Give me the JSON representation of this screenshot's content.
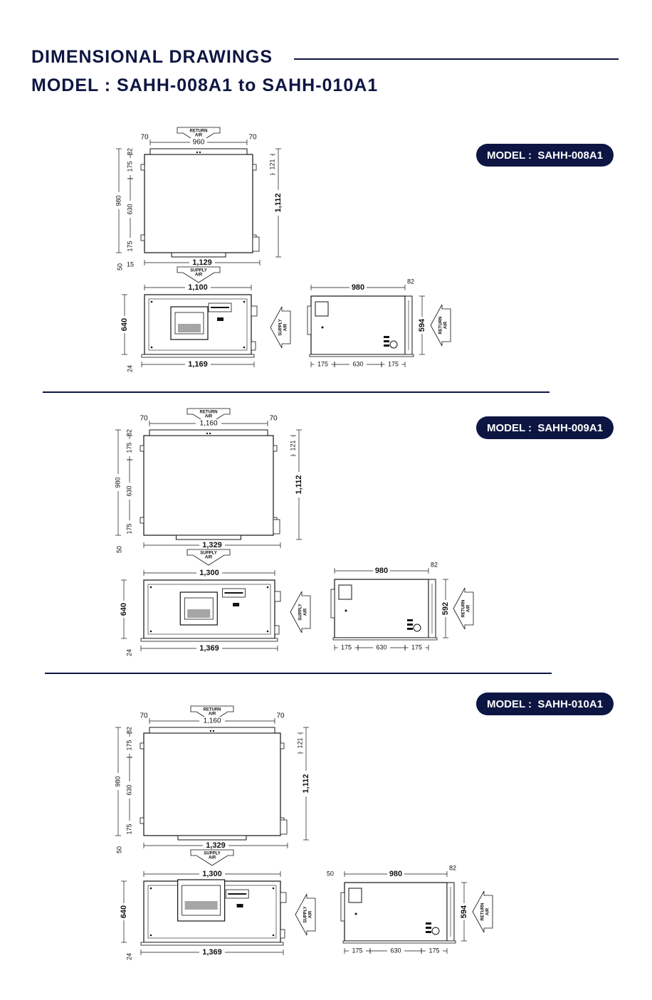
{
  "header": {
    "title_line1": "DIMENSIONAL DRAWINGS",
    "title_line2": "MODEL :  SAHH-008A1 to SAHH-010A1"
  },
  "models": [
    {
      "badge": "MODEL :  SAHH-008A1",
      "top": {
        "return_air": [
          "RETURN",
          "AIR"
        ],
        "left_gap": "70",
        "right_gap": "70",
        "top_width": "960",
        "dim_82": "82",
        "dim_175a": "175",
        "dim_980": "980",
        "dim_630": "630",
        "dim_175b": "175",
        "dim_50": "50",
        "dim_15": "15",
        "dim_121": "121",
        "dim_1112": "1,112",
        "bottom_width": "1,129",
        "supply_air": [
          "SUPPLY",
          "AIR"
        ]
      },
      "front": {
        "top_width": "1,100",
        "height": "640",
        "base": "24",
        "bottom_width": "1,169",
        "side_arrow": [
          "SUPPLY",
          "AIR"
        ]
      },
      "side": {
        "dim_50": "",
        "width": "980",
        "dim_82": "82",
        "height": "594",
        "side_arrow": [
          "RETURN",
          "AIR"
        ],
        "b1": "175",
        "b2": "630",
        "b3": "175"
      }
    },
    {
      "badge": "MODEL :  SAHH-009A1",
      "top": {
        "return_air": [
          "RETURN",
          "AIR"
        ],
        "left_gap": "70",
        "right_gap": "70",
        "top_width": "1,160",
        "dim_82": "82",
        "dim_175a": "175",
        "dim_980": "980",
        "dim_630": "630",
        "dim_175b": "175",
        "dim_50": "50",
        "dim_15": "",
        "dim_121": "121",
        "dim_1112": "1,112",
        "bottom_width": "1,329",
        "supply_air": [
          "SUPPLY",
          "AIR"
        ]
      },
      "front": {
        "top_width": "1,300",
        "height": "640",
        "base": "24",
        "bottom_width": "1,369",
        "side_arrow": [
          "SUPPLY",
          "AIR"
        ]
      },
      "side": {
        "dim_50": "",
        "width": "980",
        "dim_82": "82",
        "height": "592",
        "side_arrow": [
          "RETURN",
          "AIR"
        ],
        "b1": "175",
        "b2": "630",
        "b3": "175"
      }
    },
    {
      "badge": "MODEL :  SAHH-010A1",
      "top": {
        "return_air": [
          "RETURN",
          "AIR"
        ],
        "left_gap": "70",
        "right_gap": "70",
        "top_width": "1,160",
        "dim_82": "82",
        "dim_175a": "175",
        "dim_980": "980",
        "dim_630": "630",
        "dim_175b": "175",
        "dim_50": "50",
        "dim_15": "",
        "dim_121": "121",
        "dim_1112": "1,112",
        "bottom_width": "1,329",
        "supply_air": [
          "SUPPLY",
          "AIR"
        ]
      },
      "front": {
        "top_width": "1,300",
        "height": "640",
        "base": "24",
        "bottom_width": "1,369",
        "side_arrow": [
          "SUPPLY",
          "AIR"
        ]
      },
      "side": {
        "dim_50": "50",
        "width": "980",
        "dim_82": "82",
        "height": "594",
        "side_arrow": [
          "RETURN",
          "AIR"
        ],
        "b1": "175",
        "b2": "630",
        "b3": "175"
      }
    }
  ]
}
